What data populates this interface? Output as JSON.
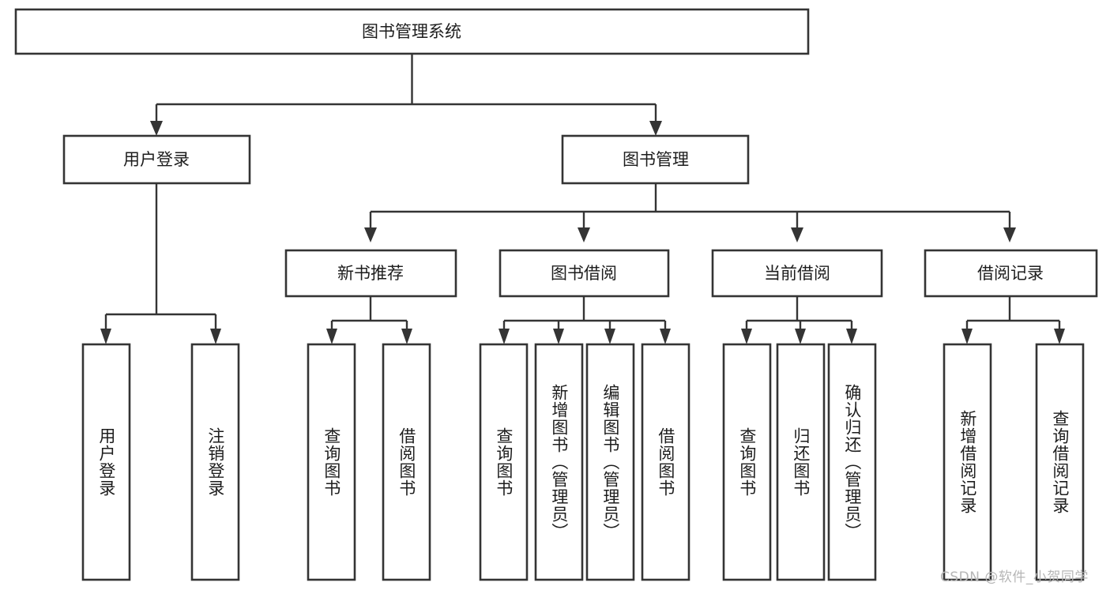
{
  "diagram": {
    "title": "图书管理系统",
    "watermark": "CSDN @软件_小贺同学",
    "colors": {
      "stroke": "#343434",
      "box_fill": "#ffffff",
      "text": "#1d1d1d",
      "watermark": "#b6b6b6",
      "background": "#ffffff"
    },
    "root": {
      "label": "图书管理系统"
    },
    "level2": [
      {
        "label": "用户登录"
      },
      {
        "label": "图书管理"
      }
    ],
    "level3": [
      {
        "label": "新书推荐"
      },
      {
        "label": "图书借阅"
      },
      {
        "label": "当前借阅"
      },
      {
        "label": "借阅记录"
      }
    ],
    "leaves": {
      "user_login": [
        {
          "label": "用户登录"
        },
        {
          "label": "注销登录"
        }
      ],
      "new_book_recommend": [
        {
          "label": "查询图书"
        },
        {
          "label": "借阅图书"
        }
      ],
      "book_borrow": [
        {
          "label": "查询图书"
        },
        {
          "label": "新增图书（管理员）"
        },
        {
          "label": "编辑图书（管理员）"
        },
        {
          "label": "借阅图书"
        }
      ],
      "current_borrow": [
        {
          "label": "查询图书"
        },
        {
          "label": "归还图书"
        },
        {
          "label": "确认归还（管理员）"
        }
      ],
      "borrow_records": [
        {
          "label": "新增借阅记录"
        },
        {
          "label": "查询借阅记录"
        }
      ]
    }
  }
}
